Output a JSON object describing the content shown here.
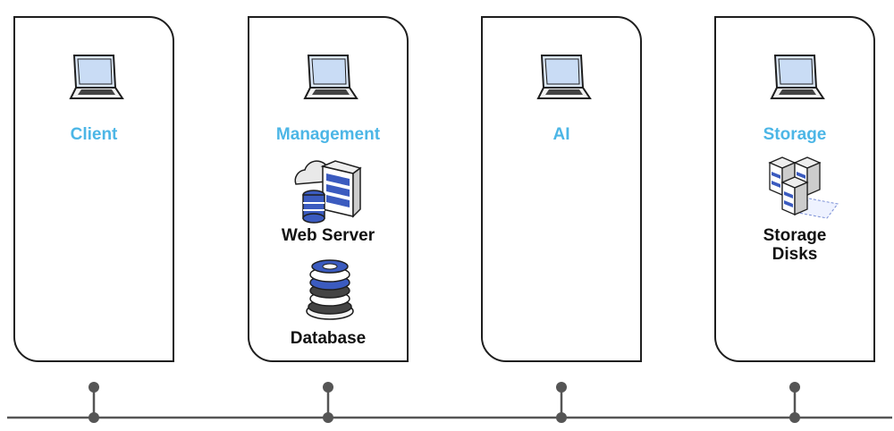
{
  "panels": [
    {
      "title": "Client"
    },
    {
      "title": "Management",
      "items": [
        "Web Server",
        "Database"
      ]
    },
    {
      "title": "AI"
    },
    {
      "title": "Storage",
      "items": [
        "Storage\nDisks"
      ]
    }
  ],
  "icons": {
    "laptop": "laptop-icon",
    "server": "server-cloud-icon",
    "database": "database-stack-icon",
    "storage": "storage-array-icon"
  },
  "colors": {
    "accent": "#4cb6e6",
    "stroke": "#1e1e1e",
    "laptop_screen": "#dce8f9",
    "server_blue": "#3b5bbf",
    "bus": "#555555"
  }
}
